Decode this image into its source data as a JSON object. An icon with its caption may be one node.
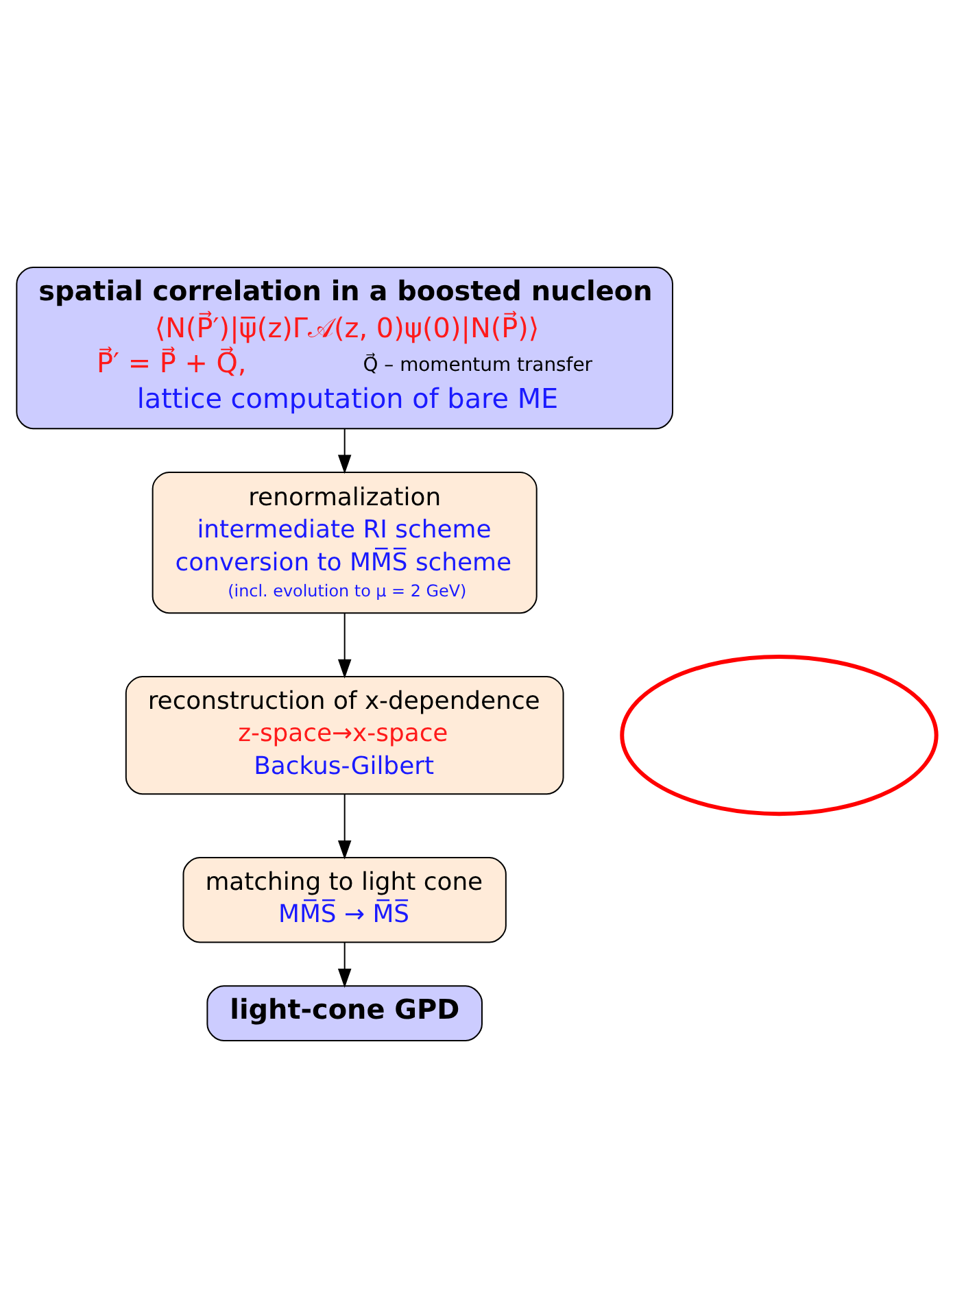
{
  "diagram": {
    "nodes": [
      {
        "text": [
          "spatial correlation in a boosted nucleon",
          "⟨N(P⃗′)|ψ̅(z)Γ𝒜(z, 0)ψ(0)|N(P⃗)⟩",
          "P⃗′ = P⃗ + Q⃗,",
          "Q⃗ – momentum transfer",
          "lattice computation of bare ME"
        ]
      },
      {
        "text": [
          "renormalization",
          "intermediate RI scheme",
          "conversion to MM̅S̅ scheme",
          "(incl. evolution to μ = 2 GeV)"
        ]
      },
      {
        "text": [
          "reconstruction of x-dependence",
          "z-space→x-space",
          "Backus-Gilbert"
        ]
      },
      {
        "text": [
          "matching to light cone",
          "MM̅S̅ → M̅S̅"
        ]
      },
      {
        "text": [
          "light-cone GPD"
        ]
      },
      {
        "text": [],
        "shape": "ellipse"
      }
    ],
    "edges": [
      {
        "from": 0,
        "to": 1,
        "arrow": "to"
      },
      {
        "from": 1,
        "to": 2,
        "arrow": "to"
      },
      {
        "from": 2,
        "to": 3,
        "arrow": "to"
      },
      {
        "from": 3,
        "to": 4,
        "arrow": "to"
      }
    ]
  }
}
